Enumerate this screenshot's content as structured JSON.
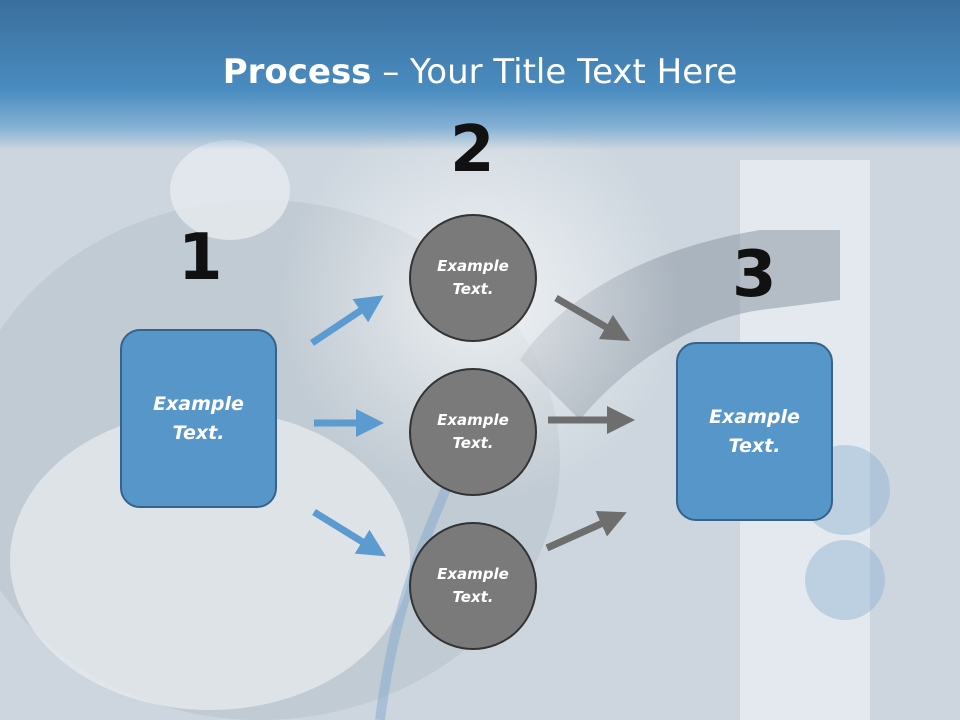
{
  "slide": {
    "title_bold": "Process",
    "title_rest": " – Your Title Text Here",
    "numbers": [
      "1",
      "2",
      "3"
    ],
    "left_box": {
      "line1": "Example",
      "line2": "Text."
    },
    "right_box": {
      "line1": "Example",
      "line2": "Text."
    },
    "circles": [
      {
        "line1": "Example",
        "line2": "Text."
      },
      {
        "line1": "Example",
        "line2": "Text."
      },
      {
        "line1": "Example",
        "line2": "Text."
      }
    ]
  },
  "colors": {
    "header": "#4a8cc0",
    "box_fill": "#5796c9",
    "box_border": "#37628c",
    "circle_fill": "#7a7a7a",
    "blue_arrow": "#5b9bd0",
    "gray_arrow": "#6e6e6e"
  }
}
